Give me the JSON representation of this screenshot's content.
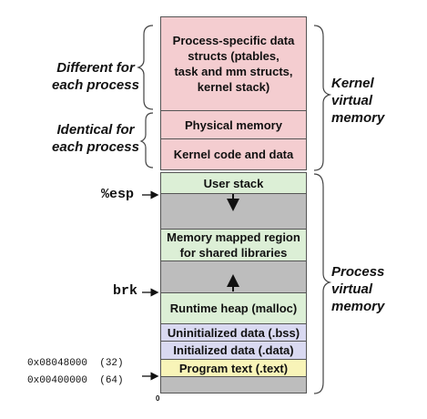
{
  "kernel_segments": {
    "process_specific": "Process-specific data\nstructs  (ptables,\ntask and mm structs,\nkernel stack)",
    "physical_memory": "Physical memory",
    "kernel_code": "Kernel code and data"
  },
  "process_segments": {
    "user_stack": "User stack",
    "mmap_region": "Memory mapped region\nfor shared libraries",
    "runtime_heap": "Runtime heap (malloc)",
    "bss": "Uninitialized data (.bss)",
    "data": "Initialized data (.data)",
    "text": "Program text (.text)"
  },
  "left_labels": {
    "different": "Different for\neach process",
    "identical": "Identical  for\neach process"
  },
  "right_labels": {
    "kernel": "Kernel\nvirtual\nmemory",
    "process": "Process\nvirtual\nmemory"
  },
  "pointers": {
    "esp": "%esp",
    "brk": "brk"
  },
  "addresses": {
    "addr32": "0x08048000  (32)",
    "addr64": "0x00400000  (64)",
    "zero": "0"
  },
  "colors": {
    "kernel": "#f4cdd0",
    "stack_heap": "#dcefd6",
    "unused": "#bdbdbd",
    "bss_data": "#d9d9f1",
    "text": "#f8f4b8"
  }
}
